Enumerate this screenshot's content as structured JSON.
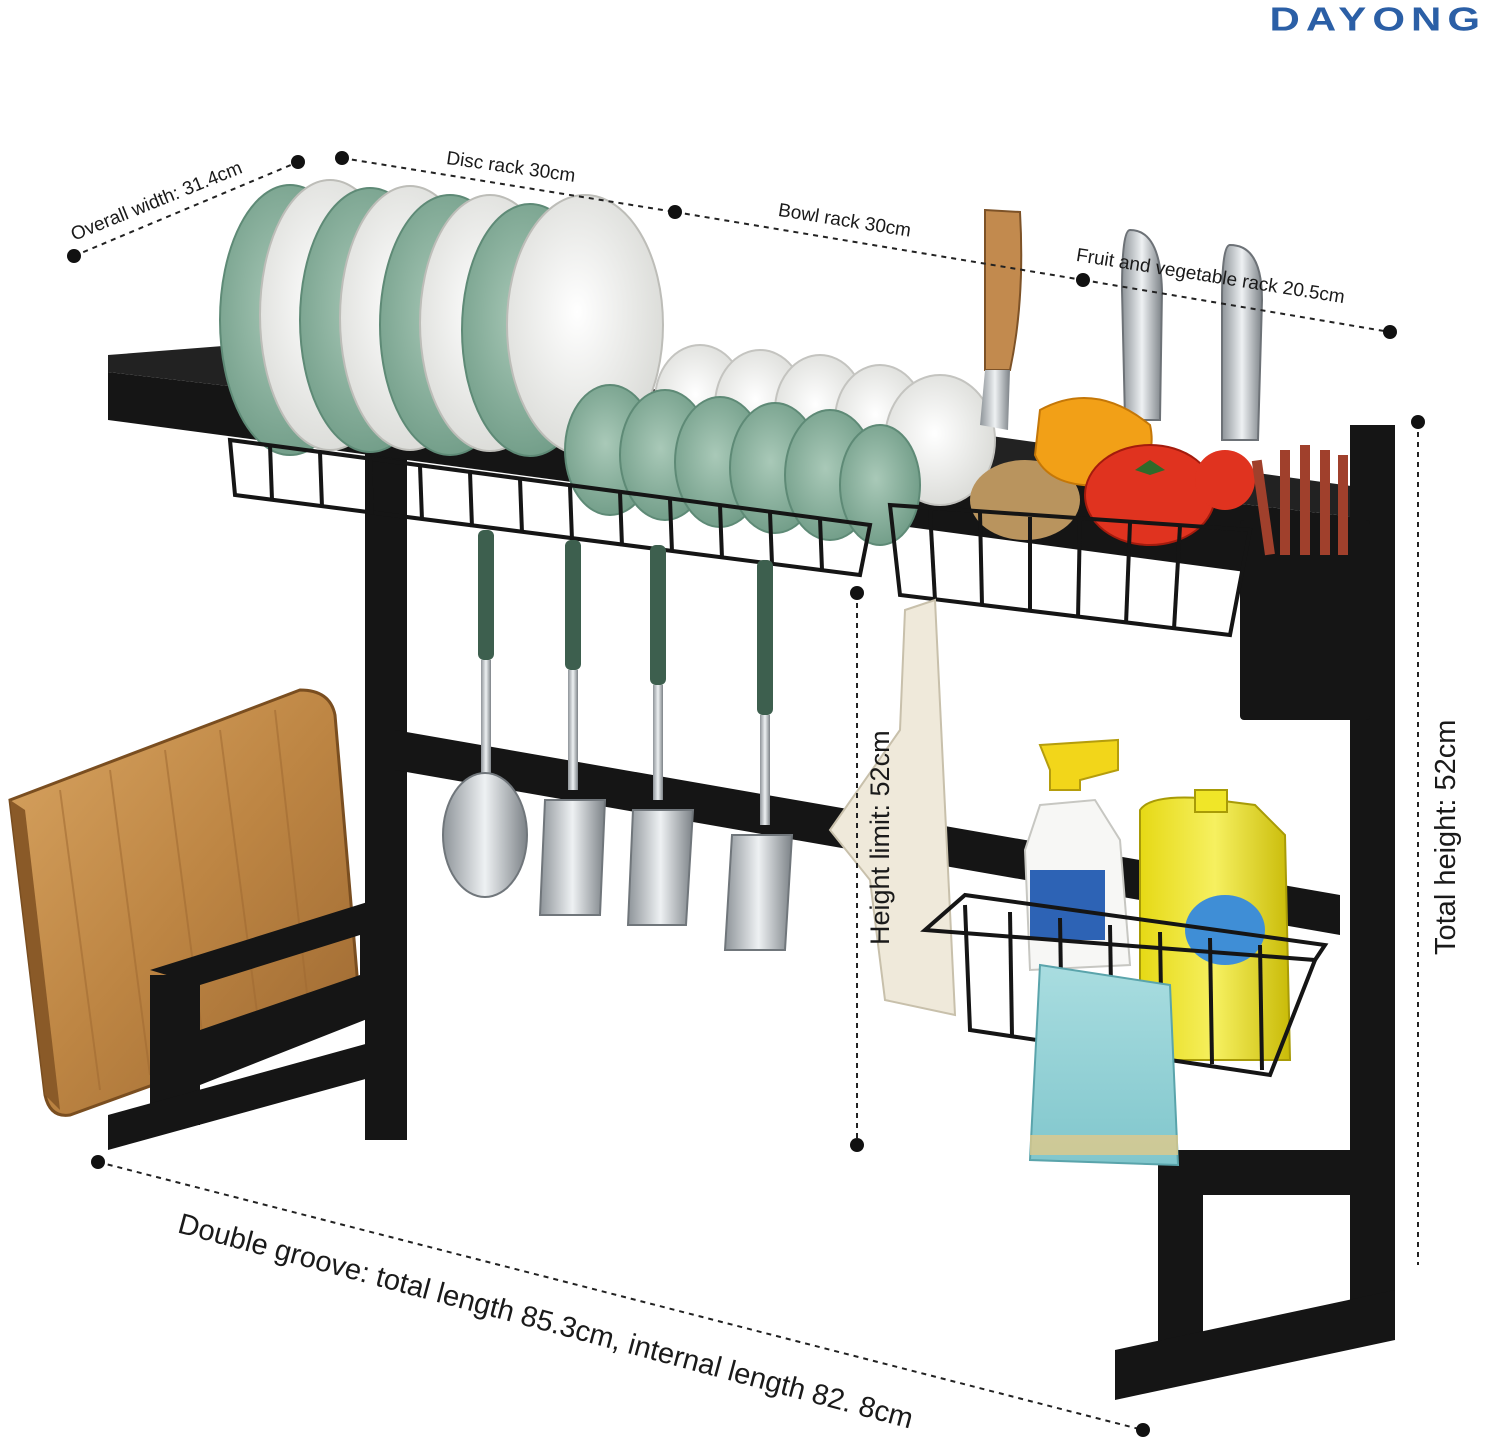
{
  "brand": {
    "name": "DAYONG",
    "color": "#2b5fa6"
  },
  "dimensions": {
    "overall_width": "Overall width: 31.4cm",
    "disc_rack": "Disc rack 30cm",
    "bowl_rack": "Bowl rack 30cm",
    "fruit_rack": "Fruit and vegetable rack 20.5cm",
    "height_limit": "Height limit: 52cm",
    "total_height": "Total height: 52cm",
    "double_groove": "Double groove: total length 85.3cm, internal length 82. 8cm"
  },
  "colors": {
    "rack": "#141414",
    "plate_green": "#8fb5a2",
    "plate_white": "#f4f4f2",
    "board_wood": "#c89350",
    "dotted_line": "#222222"
  }
}
